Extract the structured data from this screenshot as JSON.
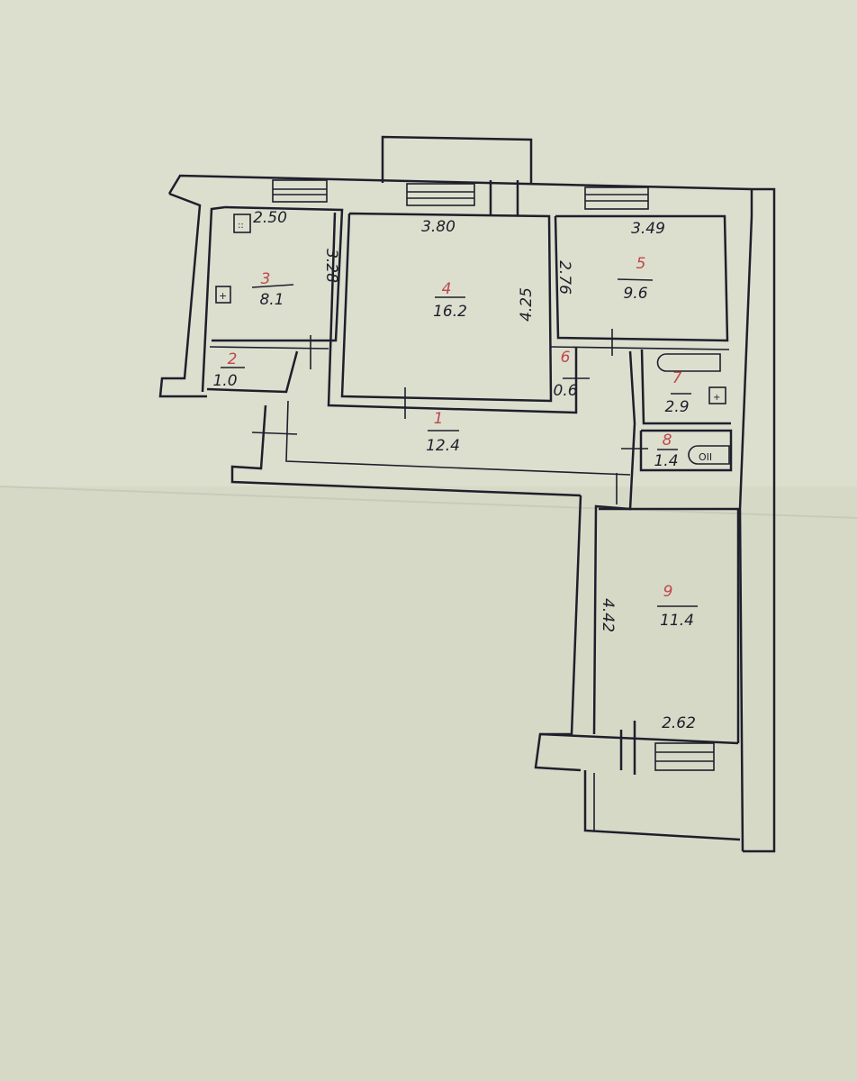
{
  "colors": {
    "paper": "#d9dccb",
    "ink": "#1e1f2c",
    "room_number": "#c0474d"
  },
  "rooms": [
    {
      "number": "1",
      "area": "12.4"
    },
    {
      "number": "2",
      "area": "1.0"
    },
    {
      "number": "3",
      "area": "8.1"
    },
    {
      "number": "4",
      "area": "16.2"
    },
    {
      "number": "5",
      "area": "9.6"
    },
    {
      "number": "6",
      "area": "0.6"
    },
    {
      "number": "7",
      "area": "2.9"
    },
    {
      "number": "8",
      "area": "1.4"
    },
    {
      "number": "9",
      "area": "11.4"
    }
  ],
  "dimensions": {
    "room3_width": "2.50",
    "room3_depth": "3.28",
    "room4_width": "3.80",
    "room4_depth": "4.25",
    "room5_width": "3.49",
    "room5_depth": "2.76",
    "room9_width": "2.62",
    "room9_depth": "4.42"
  },
  "fixtures": {
    "stove_icon": "stove-icon",
    "sink_icon": "sink-icon",
    "bathtub_icon": "bathtub-icon",
    "toilet_icon": "toilet-icon",
    "toilet_label": "OII"
  }
}
